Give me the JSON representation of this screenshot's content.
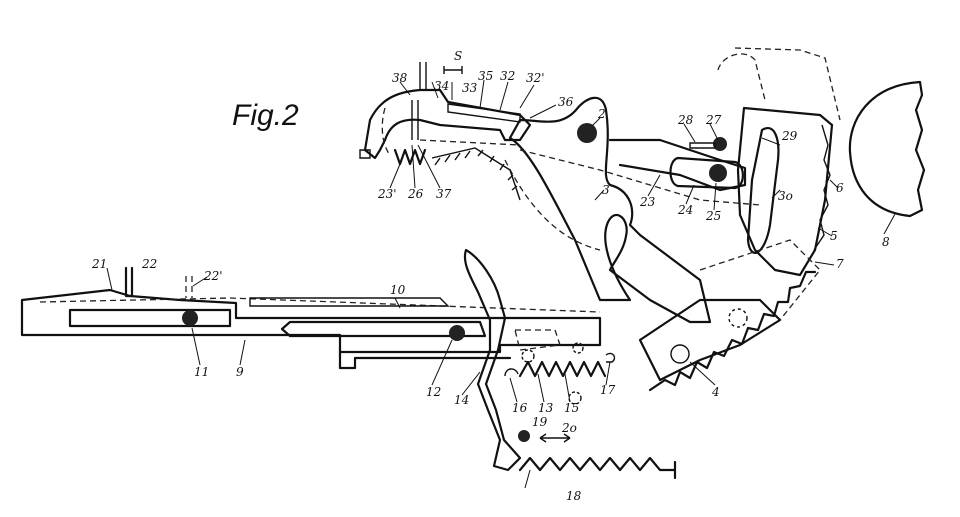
{
  "figure": {
    "title": "Fig.2",
    "labels": {
      "l2": "2",
      "l3": "3",
      "l4": "4",
      "l5": "5",
      "l6": "6",
      "l7": "7",
      "l8": "8",
      "l9": "9",
      "l10": "10",
      "l11": "11",
      "l12": "12",
      "l13": "13",
      "l14": "14",
      "l15": "15",
      "l16": "16",
      "l17": "17",
      "l18": "18",
      "l19": "19",
      "l20": "2o",
      "l21": "21",
      "l22": "22",
      "l22p": "22'",
      "l23": "23",
      "l23p": "23'",
      "l24": "24",
      "l25": "25",
      "l26": "26",
      "l27": "27",
      "l28": "28",
      "l29": "29",
      "l30": "3o",
      "l32": "32",
      "l32p": "32'",
      "l33": "33",
      "l34": "34",
      "l35": "35",
      "l36": "36",
      "l37": "37",
      "l38": "38",
      "ls": "S"
    }
  }
}
